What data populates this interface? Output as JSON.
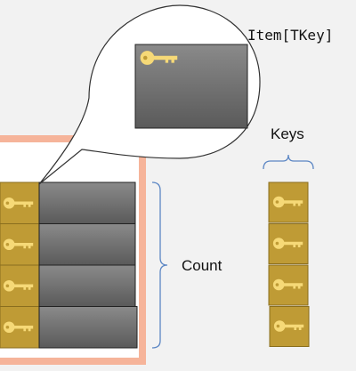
{
  "labels": {
    "indexer": "Item[TKey]",
    "keys": "Keys",
    "count": "Count"
  },
  "colors": {
    "background": "#f2f2f2",
    "orange_frame": "#f6b49a",
    "key_cell_fill": "#bf9b35",
    "key_cell_stroke": "#8a6e1e",
    "key_icon": "#f6d977",
    "value_cell_top": "#8a8a8a",
    "value_cell_bottom": "#5a5a5a",
    "brace": "#5b86c4",
    "callout_stroke": "#333333"
  },
  "icons": [
    "key-icon"
  ],
  "collection": {
    "item_count": 4,
    "items": [
      "item-1",
      "item-2",
      "item-3",
      "item-4"
    ]
  },
  "keys_column": {
    "key_count": 4
  }
}
